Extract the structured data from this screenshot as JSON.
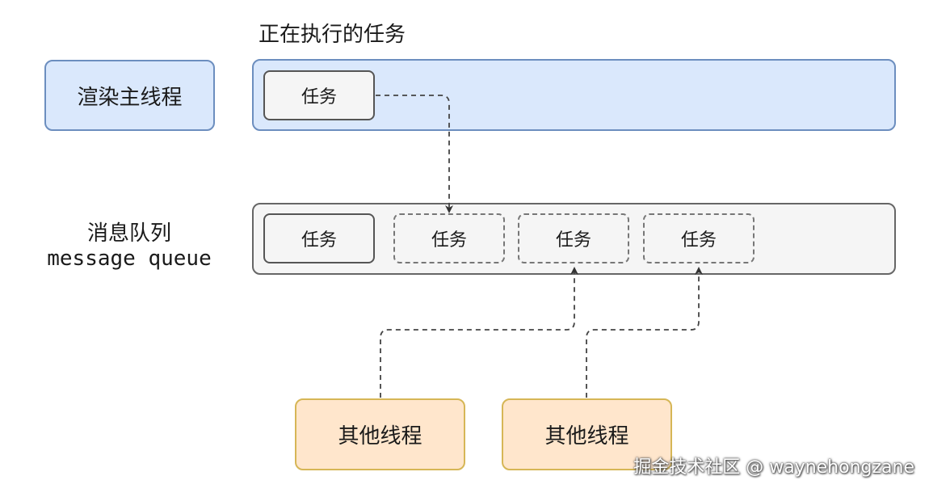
{
  "heading": "正在执行的任务",
  "main_thread": {
    "label": "渲染主线程",
    "running_task": "任务"
  },
  "message_queue": {
    "title": "消息队列",
    "subtitle": "message queue",
    "tasks": [
      "任务",
      "任务",
      "任务",
      "任务"
    ]
  },
  "other_threads": [
    "其他线程",
    "其他线程"
  ],
  "watermark": "掘金技术社区 @ waynehongzane",
  "colors": {
    "main_fill": "#dae8fc",
    "main_stroke": "#6c8ebf",
    "queue_fill": "#f5f5f5",
    "queue_stroke": "#666666",
    "other_fill": "#ffe6cc",
    "other_stroke": "#d6b656"
  }
}
